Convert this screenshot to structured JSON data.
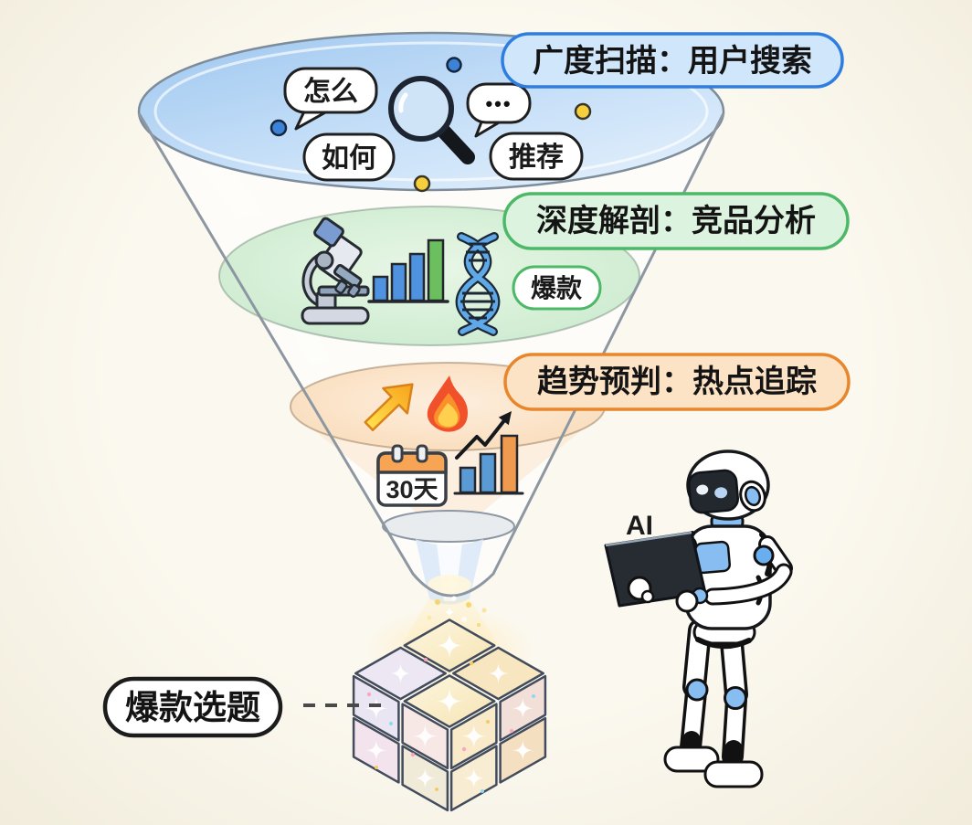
{
  "diagram": {
    "type": "funnel-illustration",
    "background_color": "#f8f4e8"
  },
  "funnel": {
    "stages": [
      {
        "name": "breadth-scan",
        "badge_label": "广度扫描：用户搜索",
        "badge_fill": "#cfe6fb",
        "badge_border": "#2e7de0",
        "layer_color": "#b9d8f4",
        "keyword_bubbles": {
          "zenme": "怎么",
          "ruhe": "如何",
          "tuijian": "推荐",
          "more_dots": "•••"
        }
      },
      {
        "name": "depth-analysis",
        "badge_label": "深度解剖：竞品分析",
        "badge_fill": "#dcf3df",
        "badge_border": "#4db868",
        "layer_color": "#cfedd2",
        "tag_label": "爆款"
      },
      {
        "name": "trend-forecast",
        "badge_label": "趋势预判：热点追踪",
        "badge_fill": "#fde3c6",
        "badge_border": "#e8862c",
        "layer_color": "#fbdfc0",
        "calendar_label": "30天"
      }
    ]
  },
  "result": {
    "label": "爆款选题"
  },
  "robot": {
    "label": "AI"
  },
  "icons": {
    "stage1": [
      "speech-bubble-icon",
      "magnifier-icon",
      "ellipsis-bubble-icon"
    ],
    "stage2": [
      "microscope-icon",
      "bar-chart-icon",
      "dna-icon"
    ],
    "stage3": [
      "up-arrow-icon",
      "flame-icon",
      "calendar-icon",
      "trend-chart-icon"
    ],
    "bottom": [
      "sparkle-cube-icon",
      "robot-icon"
    ]
  },
  "colors": {
    "blue_dot": "#3b82d8",
    "yellow_dot": "#f6cf3d",
    "bar_blue": "#4e92e0",
    "bar_green": "#6cbf5e",
    "trend_orange": "#f09a4f",
    "flame_red": "#f1512a",
    "flame_yellow": "#ffd04d"
  }
}
